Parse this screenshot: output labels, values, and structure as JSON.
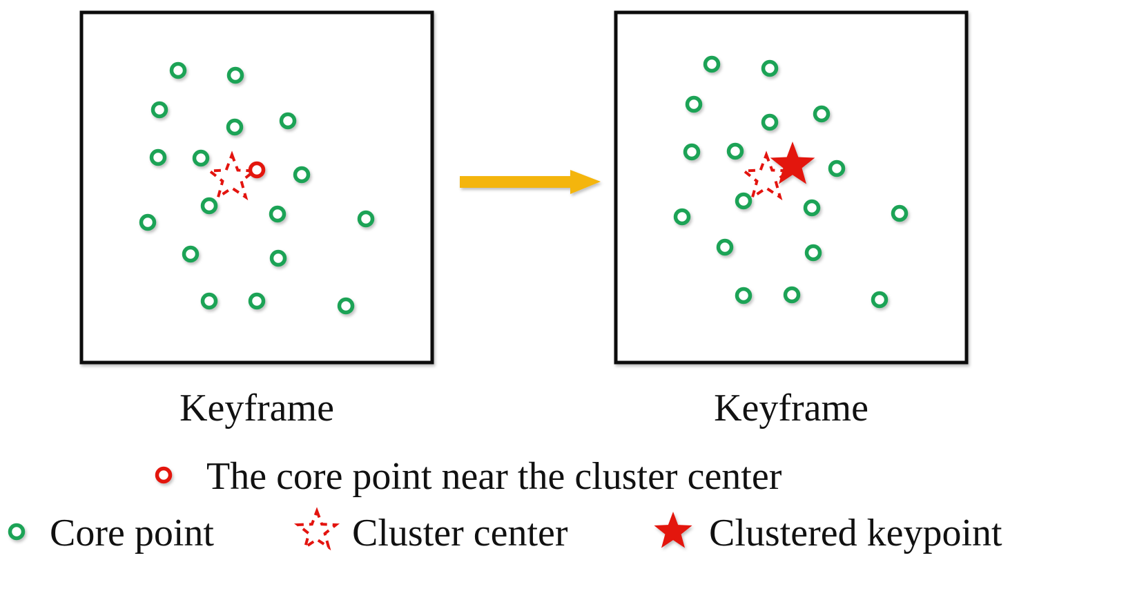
{
  "colors": {
    "core_point": "#1fa357",
    "highlight": "#e3140f",
    "arrow": "#f4b50c",
    "frame": "#111111"
  },
  "panels": [
    {
      "caption": "Keyframe",
      "points": [
        [
          258,
          102
        ],
        [
          341,
          109
        ],
        [
          231,
          159
        ],
        [
          340,
          184
        ],
        [
          417,
          175
        ],
        [
          229,
          228
        ],
        [
          291,
          229
        ],
        [
          437,
          253
        ],
        [
          303,
          298
        ],
        [
          402,
          310
        ],
        [
          530,
          317
        ],
        [
          214,
          322
        ],
        [
          276,
          368
        ],
        [
          403,
          374
        ],
        [
          303,
          436
        ],
        [
          372,
          436
        ],
        [
          501,
          443
        ]
      ],
      "near_center_point": [
        372,
        246
      ],
      "cluster_center": [
        336,
        258
      ],
      "clustered_keypoint": null
    },
    {
      "caption": "Keyframe",
      "points": [
        [
          1031,
          93
        ],
        [
          1115,
          99
        ],
        [
          1005,
          151
        ],
        [
          1115,
          177
        ],
        [
          1190,
          165
        ],
        [
          1002,
          220
        ],
        [
          1065,
          219
        ],
        [
          1212,
          244
        ],
        [
          1077,
          291
        ],
        [
          1176,
          301
        ],
        [
          1303,
          309
        ],
        [
          988,
          314
        ],
        [
          1050,
          358
        ],
        [
          1178,
          366
        ],
        [
          1077,
          428
        ],
        [
          1147,
          427
        ],
        [
          1274,
          434
        ]
      ],
      "near_center_point": null,
      "cluster_center": [
        1110,
        258
      ],
      "clustered_keypoint": [
        1148,
        239
      ]
    }
  ],
  "legend": {
    "near_center": "The core point near the cluster center",
    "core_point": "Core point",
    "cluster_center": "Cluster center",
    "clustered_keypoint": "Clustered keypoint"
  }
}
